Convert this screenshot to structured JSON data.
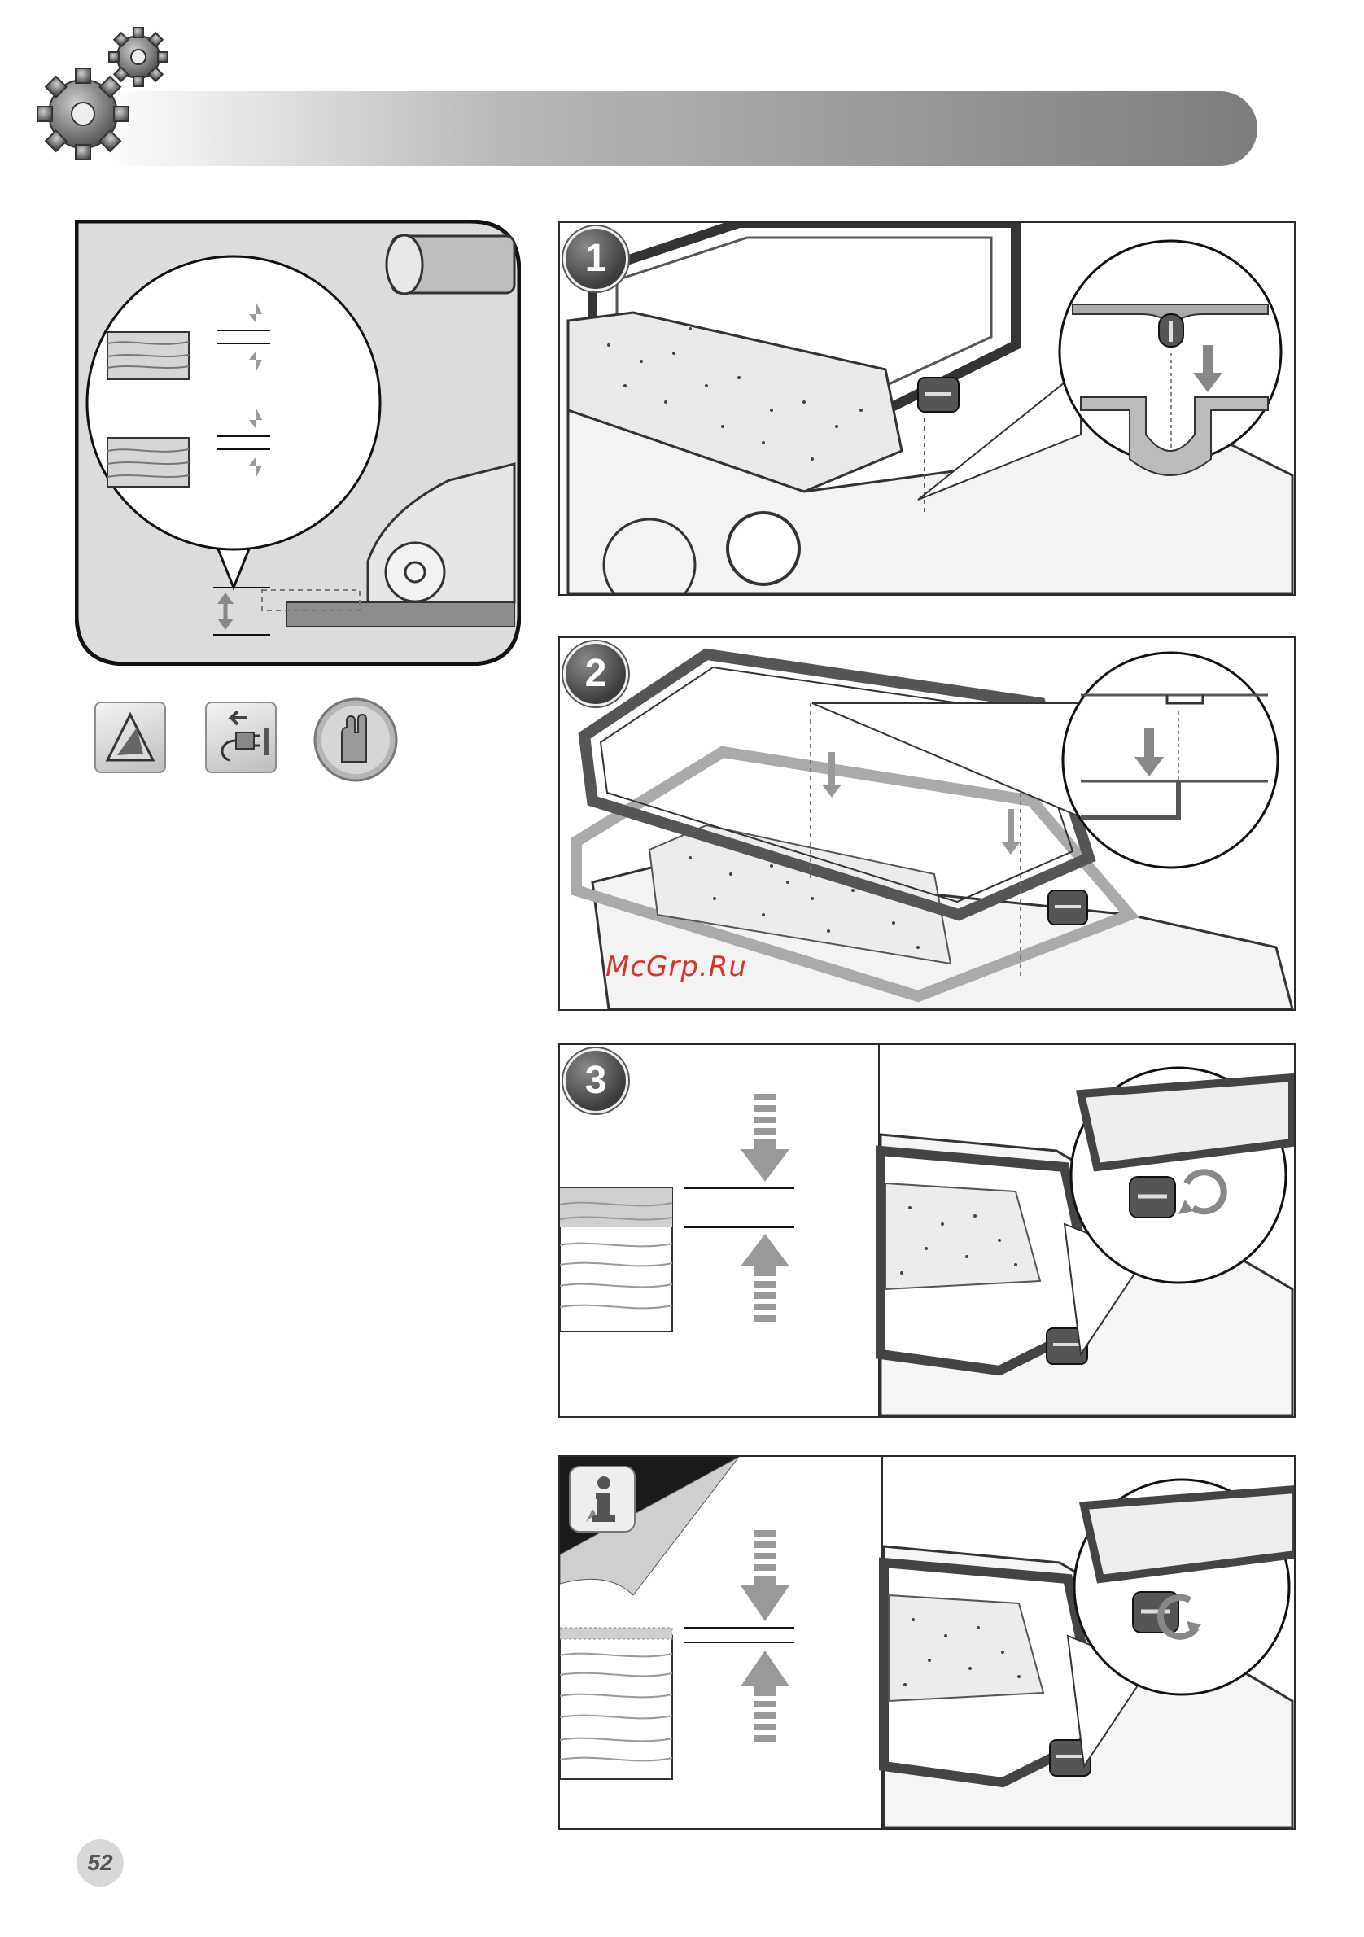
{
  "header": {
    "icon": "gears-icon"
  },
  "steps": [
    {
      "number": "1"
    },
    {
      "number": "2"
    },
    {
      "number": "3"
    }
  ],
  "tip_icon": "info-tip-icon",
  "warning_icons": [
    "caution-triangle-icon",
    "unplug-icon",
    "gloves-icon"
  ],
  "watermark": "McGrp.Ru",
  "page_number": "52"
}
